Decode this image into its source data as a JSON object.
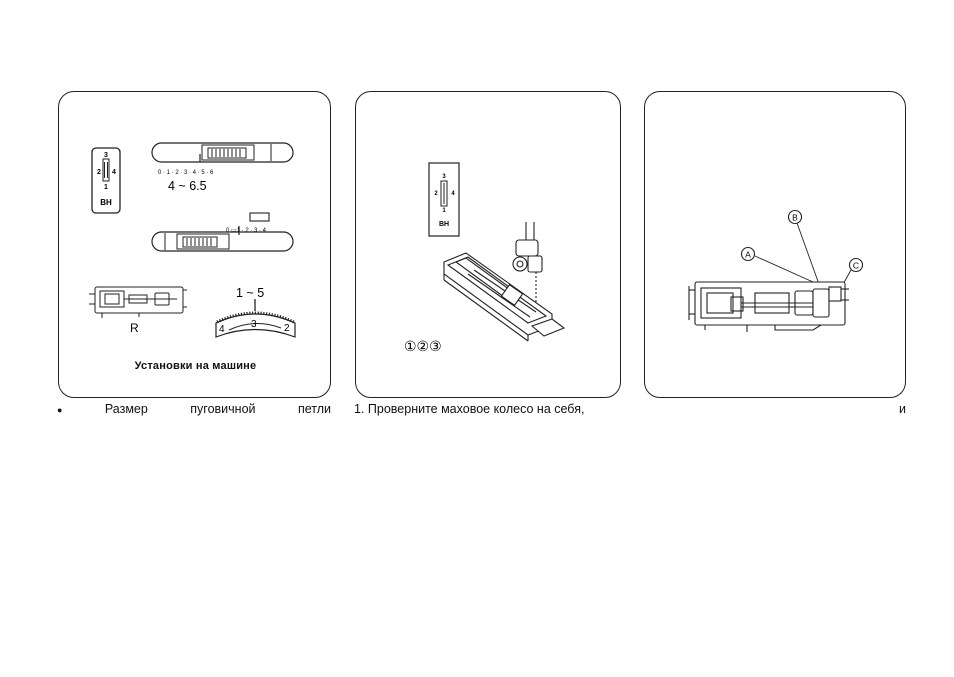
{
  "panel1": {
    "bh_selector": {
      "top": "3",
      "left": "2",
      "right": "4",
      "bottom": "1",
      "label": "BH"
    },
    "length_scale": "0 · 1 · 2 · 3 · 4 · 5 · 6",
    "length_range": "4 ~ 6.5",
    "width_scale": "0 ▭1 · 2 · 3 · 4",
    "foot_letter": "R",
    "dial_range": "1 ~ 5",
    "dial_numbers": [
      "4",
      "3",
      "2"
    ],
    "caption": "Установки на машине"
  },
  "panel2": {
    "bh_selector": {
      "top": "3",
      "left": "2",
      "right": "4",
      "bottom": "1",
      "label": "BH"
    },
    "steps": "①②③"
  },
  "panel3": {
    "label_a": "A",
    "label_b": "B",
    "label_c": "C"
  },
  "text": {
    "col1": {
      "bullet": "●",
      "words": [
        "Размер",
        "пуговичной",
        "петли"
      ]
    },
    "col2": "1.  Проверните маховое колесо на себя,",
    "col3": "и"
  }
}
